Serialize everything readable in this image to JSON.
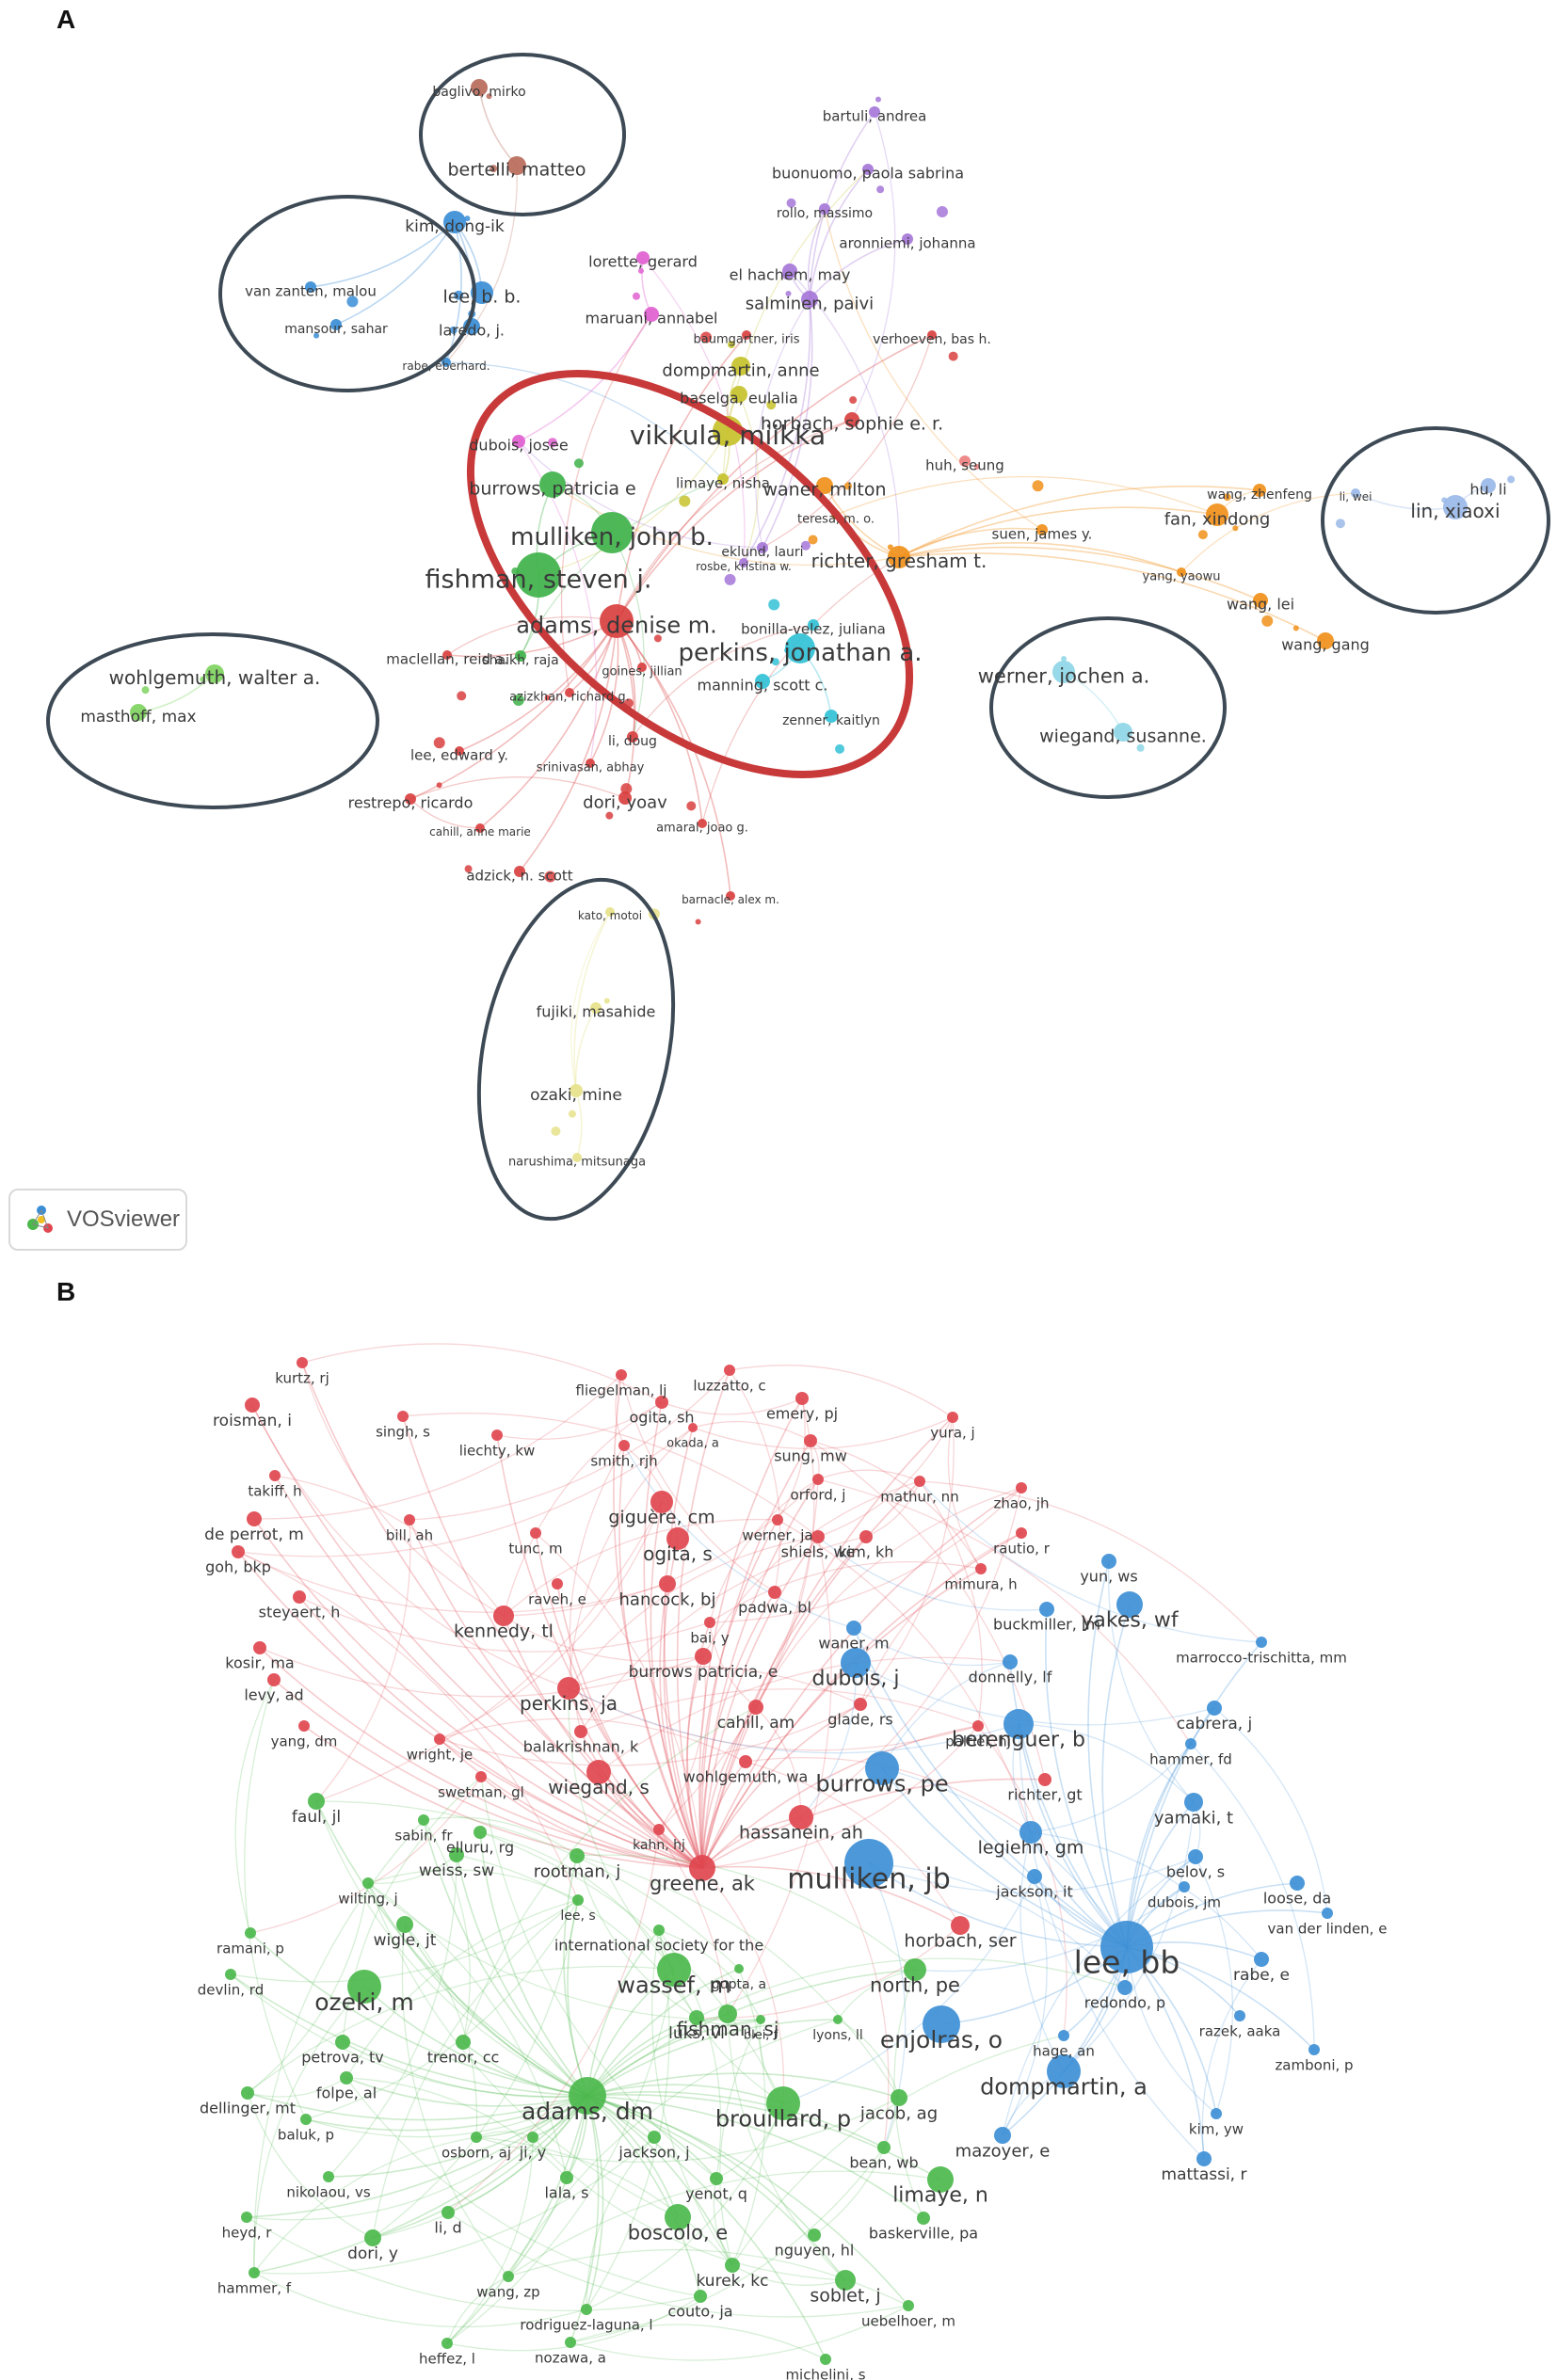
{
  "figure": {
    "panels": [
      {
        "letter": "A",
        "tool": "VOSviewer",
        "clusters": [
          {
            "color": "#d94040",
            "labels": [
              "adams, denise m.",
              "dori, yoav",
              "li, doug",
              "srinivasan, abhay",
              "azizkhan, richard g.",
              "goines, jillian",
              "maclellan, reid a.",
              "lee, edward y.",
              "restrepo, ricardo",
              "cahill, anne marie",
              "amaral, joao g.",
              "adzick, n. scott",
              "barnacle, alex m.",
              "horbach, sophie e. r.",
              "verhoeven, bas h.",
              "baumgartner, iris"
            ]
          },
          {
            "color": "#3fb24a",
            "labels": [
              "mulliken, john b.",
              "fishman, steven j.",
              "burrows, patricia e",
              "shaikh, raja"
            ]
          },
          {
            "color": "#c7c22b",
            "labels": [
              "vikkula, miikka",
              "dompmartin, anne",
              "baselga, eulalia",
              "limaye, nisha"
            ]
          },
          {
            "color": "#32c1d6",
            "labels": [
              "perkins, jonathan a.",
              "manning, scott c.",
              "zenner, kaitlyn",
              "bonilla-velez, juliana"
            ]
          },
          {
            "color": "#f0901a",
            "labels": [
              "richter, gresham t.",
              "waner, milton",
              "teresa, m. o.",
              "suen, james y.",
              "fan, xindong",
              "wang, zhenfeng",
              "yang, yaowu",
              "wang, lei",
              "wang, gang"
            ]
          },
          {
            "color": "#a677d8",
            "labels": [
              "bartuli, andrea",
              "buonuomo, paola sabrina",
              "rollo, massimo",
              "aronniemi, johanna",
              "el hachem, may",
              "salminen, paivi",
              "eklund, lauri",
              "rosbe, kristina w."
            ]
          },
          {
            "color": "#3a8dd6",
            "labels": [
              "kim, dong-ik",
              "lee, b. b.",
              "laredo, j.",
              "van zanten, malou",
              "mansour, sahar",
              "rabe, eberhard."
            ]
          },
          {
            "color": "#b86a5a",
            "labels": [
              "baglivo, mirko",
              "bertelli, matteo"
            ]
          },
          {
            "color": "#e060d0",
            "labels": [
              "lorette, gerard",
              "maruani, annabel",
              "dubois, josee"
            ]
          },
          {
            "color": "#7fd460",
            "labels": [
              "wohlgemuth, walter a.",
              "masthoff, max"
            ]
          },
          {
            "color": "#9ab8e8",
            "labels": [
              "lin, xiaoxi",
              "hu, li",
              "li, wei"
            ]
          },
          {
            "color": "#8ed6e6",
            "labels": [
              "werner, jochen a.",
              "wiegand, susanne."
            ]
          },
          {
            "color": "#e6e28a",
            "labels": [
              "fujiki, masahide",
              "ozaki, mine",
              "narushima, mitsunaga",
              "kato, motoi"
            ]
          },
          {
            "color": "#ee8080",
            "labels": [
              "huh, seung"
            ]
          }
        ]
      },
      {
        "letter": "B",
        "clusters": [
          {
            "color": "#e0464f",
            "labels": [
              "kurtz, rj",
              "roisman, i",
              "singh, s",
              "takiff, h",
              "de perrot, m",
              "goh, bkp",
              "bill, ah",
              "steyaert, h",
              "kosir, ma",
              "levy, ad",
              "yang, dm",
              "liechty, kw",
              "fliegelman, lj",
              "ogita, sh",
              "okada, a",
              "smith, rjh",
              "luzzatto, c",
              "emery, pj",
              "sung, mw",
              "yura, j",
              "orford, j",
              "mathur, nn",
              "zhao, jh",
              "giguère, cm",
              "tunc, m",
              "ogita, s",
              "werner, ja",
              "shiels, we",
              "kim, kh",
              "rautio, r",
              "raveh, e",
              "hancock, bj",
              "padwa, bl",
              "mimura, h",
              "kennedy, tl",
              "bai, y",
              "perkins, ja",
              "burrows patricia, e",
              "balakrishnan, k",
              "cahill, am",
              "glade, rs",
              "paltiel, hj",
              "wright, je",
              "wohlgemuth, wa",
              "wiegand, s",
              "swetman, gl",
              "richter, gt",
              "kahn, hj",
              "hassanein, ah",
              "greene, ak",
              "horbach, ser"
            ]
          },
          {
            "color": "#3d8fd6",
            "labels": [
              "yun, ws",
              "yakes, wf",
              "buckmiller, lm",
              "marrocco-trischitta, mm",
              "waner, m",
              "dubois, j",
              "donnelly, lf",
              "berenguer, b",
              "cabrera, j",
              "hammer, fd",
              "burrows, pe",
              "yamaki, t",
              "legiehn, gm",
              "belov, s",
              "mulliken, jb",
              "jackson, it",
              "loose, da",
              "dubois, jm",
              "van der linden, e",
              "lee, bb",
              "rabe, e",
              "redondo, p",
              "razek, aaka",
              "enjolras, o",
              "hage, an",
              "zamboni, p",
              "dompmartin, a",
              "kim, yw",
              "mazoyer, e",
              "mattassi, r"
            ]
          },
          {
            "color": "#4cb84c",
            "labels": [
              "faul, jl",
              "sabin, fr",
              "elluru, rg",
              "weiss, sw",
              "rootman, j",
              "wilting, j",
              "lee, s",
              "international society for the",
              "wigle, jt",
              "ramani, p",
              "gupta, a",
              "wassef, m",
              "north, pe",
              "devlin, rd",
              "ozeki, m",
              "fishman, sj",
              "petrova, tv",
              "trenor, cc",
              "luks, vl",
              "dellinger, mt",
              "blei, f",
              "lyons, ll",
              "folpe, al",
              "adams, dm",
              "brouillard, p",
              "jacob, ag",
              "baluk, p",
              "osborn, aj",
              "ji, y",
              "jackson, j",
              "bean, wb",
              "nikolaou, vs",
              "lala, s",
              "yenot, q",
              "limaye, n",
              "heyd, r",
              "li, d",
              "boscolo, e",
              "baskerville, pa",
              "dori, y",
              "nguyen, hl",
              "kurek, kc",
              "hammer, f",
              "wang, zp",
              "soblet, j",
              "couto, ja",
              "rodriguez-laguna, l",
              "uebelhoer, m",
              "heffez, l",
              "nozawa, a",
              "michelini, s"
            ]
          }
        ]
      }
    ]
  }
}
